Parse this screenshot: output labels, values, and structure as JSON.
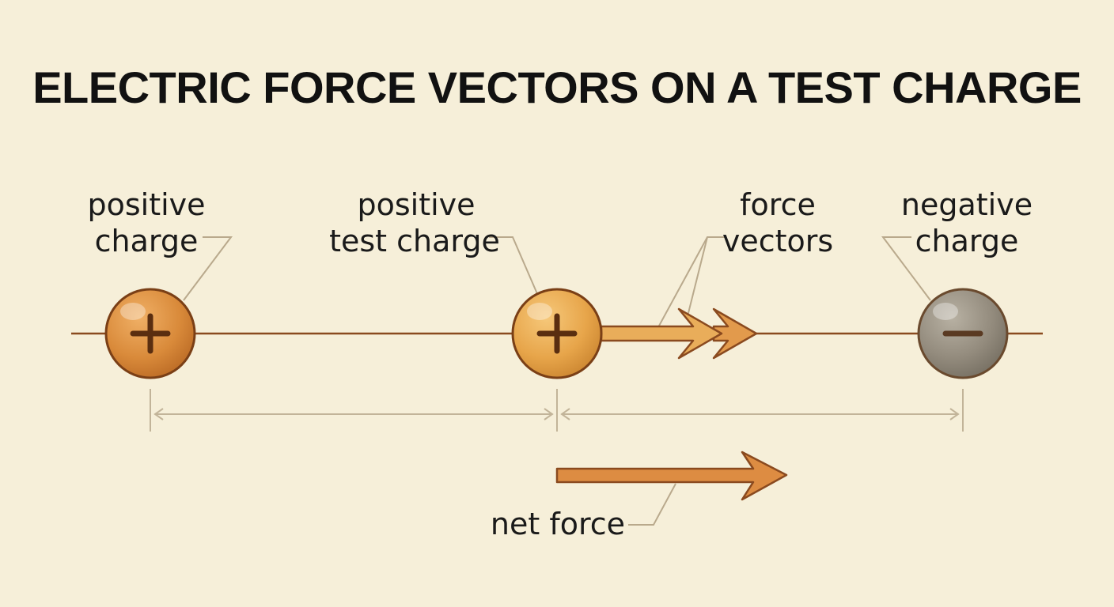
{
  "title": "ELECTRIC FORCE VECTORS ON A TEST CHARGE",
  "labels": {
    "positive_charge": [
      "positive",
      "charge"
    ],
    "test_charge": [
      "positive",
      "test charge"
    ],
    "force_vectors": [
      "force",
      "vectors"
    ],
    "negative_charge": [
      "negative",
      "charge"
    ],
    "net_force": "net force"
  },
  "charges": [
    {
      "sign": "+",
      "kind": "positive charge"
    },
    {
      "sign": "+",
      "kind": "positive test charge"
    },
    {
      "sign": "−",
      "kind": "negative charge"
    }
  ],
  "colors": {
    "background": "#f6efd9",
    "positive_charge": "#d98a3a",
    "test_charge": "#e7a54a",
    "negative_charge": "#938b7d",
    "force_arrow": "#e9ad5a",
    "net_force_arrow": "#dd8c42",
    "line": "#8a4a1f",
    "leader": "#b9a98c"
  }
}
